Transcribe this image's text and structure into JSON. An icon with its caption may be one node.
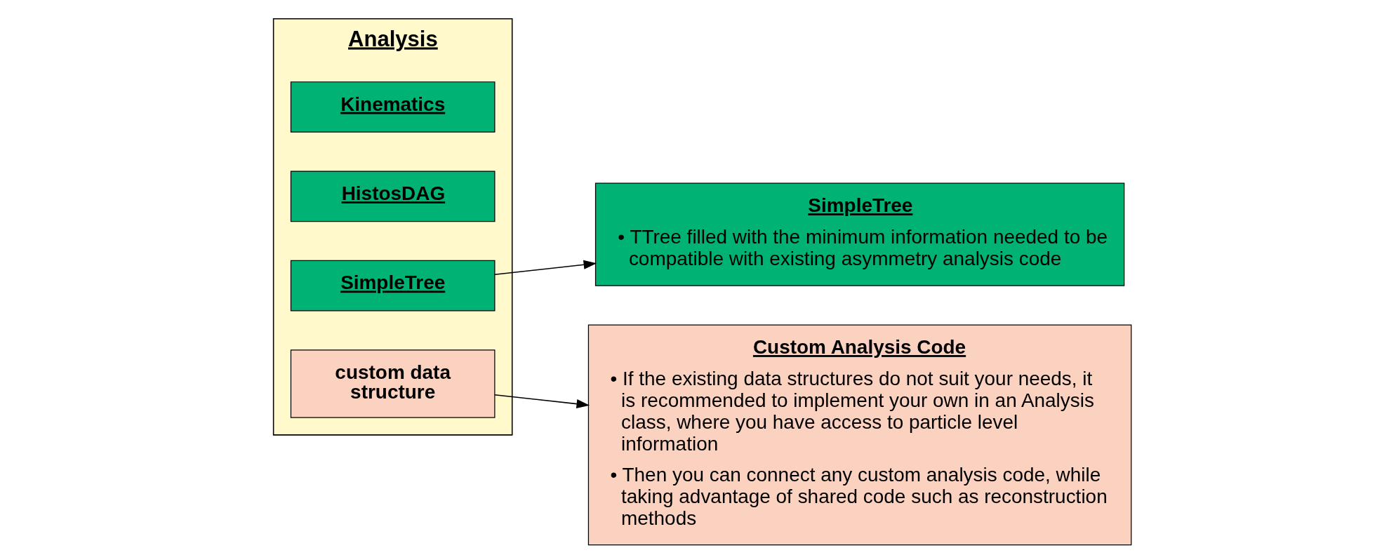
{
  "diagram": {
    "nodes": [
      {
        "text": [
          "Analysis"
        ]
      },
      {
        "text": [
          "Kinematics"
        ],
        "in": 0
      },
      {
        "text": [
          "HistosDAG"
        ],
        "in": 0
      },
      {
        "text": [
          "SimpleTree"
        ],
        "in": 0
      },
      {
        "text": [
          "custom data structure"
        ],
        "in": 0
      },
      {
        "text": [
          "SimpleTree",
          "• TTree filled with the minimum information needed to be compatible with existing asymmetry analysis code"
        ]
      },
      {
        "text": [
          "Custom Analysis Code",
          "• If the existing data structures do not suit your needs, it is recommended to implement your own in an Analysis class, where you have access to particle level information",
          "• Then you can connect any custom analysis code, while taking advantage of shared code such as reconstruction methods"
        ]
      }
    ],
    "edges": [
      {
        "from": 3,
        "to": 5,
        "arrow": "to"
      },
      {
        "from": 4,
        "to": 6,
        "arrow": "to"
      }
    ]
  }
}
